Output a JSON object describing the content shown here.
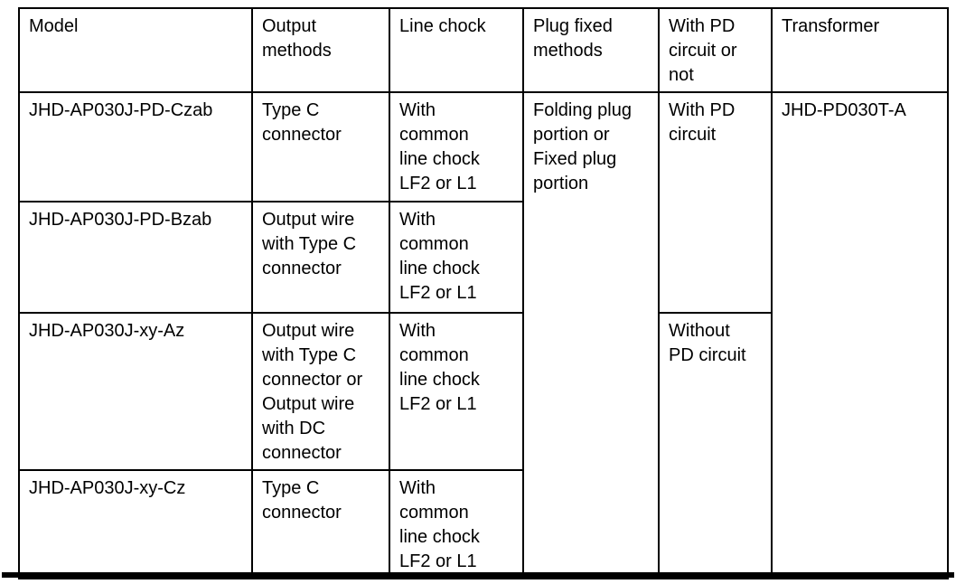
{
  "table": {
    "headers": [
      "Model",
      "Output\nmethods",
      "Line chock",
      "Plug fixed\nmethods",
      "With PD\ncircuit or\nnot",
      "Transformer"
    ],
    "rows": [
      {
        "model": "JHD-AP030J-PD-Czab",
        "output_method": "Type C\nconnector",
        "line_chock": "With\ncommon\nline chock\nLF2 or L1"
      },
      {
        "model": "JHD-AP030J-PD-Bzab",
        "output_method": "Output wire\nwith Type C\nconnector",
        "line_chock": "With\ncommon\nline chock\nLF2 or L1"
      },
      {
        "model": "JHD-AP030J-xy-Az",
        "output_method": "Output wire\nwith Type C\nconnector or\nOutput wire\nwith DC\nconnector",
        "line_chock": "With\ncommon\nline chock\nLF2 or L1"
      },
      {
        "model": "JHD-AP030J-xy-Cz",
        "output_method": "Type C\nconnector",
        "line_chock": "With\ncommon\nline chock\nLF2 or L1"
      }
    ],
    "merged": {
      "plug_fixed_methods": "Folding plug\nportion or\nFixed plug\nportion",
      "with_pd_circuit": "With PD\ncircuit",
      "without_pd_circuit": "Without\nPD circuit",
      "transformer": "JHD-PD030T-A"
    }
  },
  "colors": {
    "text": "#000000",
    "border": "#000000",
    "background": "#ffffff"
  }
}
